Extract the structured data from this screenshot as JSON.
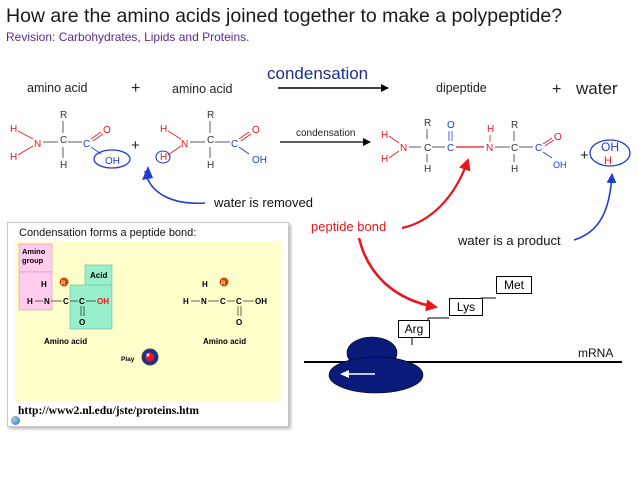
{
  "slide": {
    "title": "How are the amino acids joined together to make a polypeptide?",
    "subtitle": "Revision: Carbohydrates, Lipids and Proteins."
  },
  "equation": {
    "reactant1": "amino acid",
    "plus1": "+",
    "reactant2": "amino acid",
    "process": "condensation",
    "product1": "dipeptide",
    "plus2": "+",
    "product2": "water"
  },
  "structures": {
    "atom_r": "R",
    "atom_h": "H",
    "atom_n": "N",
    "atom_c": "C",
    "atom_o": "O",
    "group_oh": "OH",
    "plus": "+",
    "arrow_label": "condensation",
    "water_oh": "OH",
    "water_h": "H"
  },
  "annotations": {
    "water_removed": "water is removed",
    "peptide_bond": "peptide bond",
    "water_product": "water is a product"
  },
  "inset": {
    "caption": "Condensation forms a peptide bond:",
    "amino_group_line1": "Amino",
    "amino_group_line2": "group",
    "acid_label": "Acid",
    "amino_acid_label": "Amino acid",
    "play_label": "Play",
    "url": "http://www2.nl.edu/jste/proteins.htm",
    "atom_h": "H",
    "atom_n": "N",
    "atom_c": "C",
    "atom_o": "O",
    "atom_r": "R",
    "group_oh": "OH"
  },
  "translation": {
    "boxes": [
      "Arg",
      "Lys",
      "Met"
    ],
    "mrna_label": "mRNA"
  },
  "colors": {
    "red": "#e8161b",
    "blue": "#1f3ccf",
    "navy": "#0a1a7a",
    "purple": "#5b2a8f",
    "inset_bg": "#ffffcc",
    "amino_group_box": "#ffccee",
    "acid_box": "#99eecc"
  }
}
